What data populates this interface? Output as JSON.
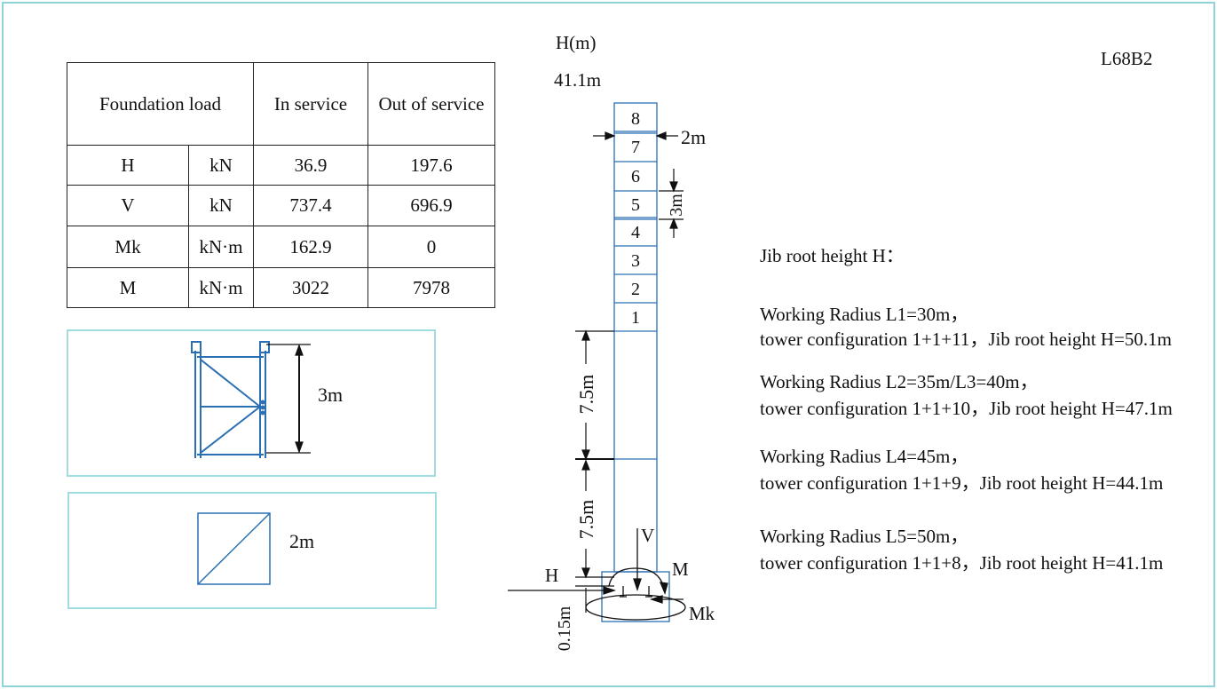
{
  "model": "L68B2",
  "height_axis_label": "H(m)",
  "top_height": "41.1m",
  "load_table": {
    "title": "Foundation load",
    "col_in": "In service",
    "col_out": "Out of service",
    "rows": [
      {
        "sym": "H",
        "unit": "kN",
        "in": "36.9",
        "out": "197.6"
      },
      {
        "sym": "V",
        "unit": "kN",
        "in": "737.4",
        "out": "696.9"
      },
      {
        "sym": "Mk",
        "unit": "kN·m",
        "in": "162.9",
        "out": "0"
      },
      {
        "sym": "M",
        "unit": "kN·m",
        "in": "3022",
        "out": "7978"
      }
    ]
  },
  "section_height_label": "3m",
  "section_width_label": "2m",
  "mast": {
    "sections": [
      "8",
      "7",
      "6",
      "5",
      "4",
      "3",
      "2",
      "1"
    ],
    "width_label": "2m",
    "section_label": "3m",
    "base_seg_label": "7.5m",
    "base_seg_label_2": "7.5m",
    "foundation_label": "0.15m",
    "force_h": "H",
    "force_v": "V",
    "moment_m": "M",
    "moment_mk": "Mk"
  },
  "info": {
    "title": "Jib root height H：",
    "configs": [
      {
        "line1": "Working Radius L1=30m，",
        "line2": "tower configuration 1+1+11，Jib root height H=50.1m"
      },
      {
        "line1": "Working Radius L2=35m/L3=40m，",
        "line2": "tower configuration 1+1+10，Jib root height H=47.1m"
      },
      {
        "line1": "Working Radius L4=45m，",
        "line2": "tower configuration 1+1+9，Jib root height H=44.1m"
      },
      {
        "line1": "Working Radius L5=50m，",
        "line2": "tower configuration 1+1+8，Jib root height H=41.1m"
      }
    ]
  },
  "colors": {
    "frame": "#8fd3d8",
    "drawing": "#2a6fb3"
  }
}
